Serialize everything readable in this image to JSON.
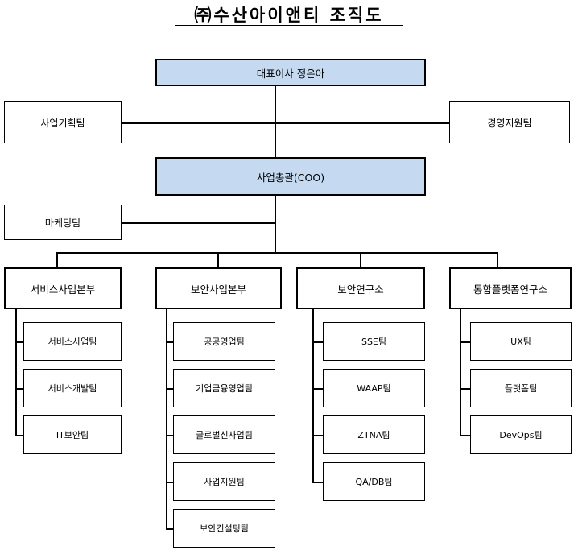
{
  "title": "㈜수산아이앤티 조직도",
  "ceo": "대표이사 정은아",
  "planning": "사업기획팀",
  "management_support": "경영지원팀",
  "coo": "사업총괄(COO)",
  "marketing": "마케팅팀",
  "divisions": [
    {
      "name": "서비스사업본부",
      "teams": [
        "서비스사업팀",
        "서비스개발팀",
        "IT보안팀"
      ]
    },
    {
      "name": "보안사업본부",
      "teams": [
        "공공영업팀",
        "기업금융영업팀",
        "글로벌신사업팀",
        "사업지원팀",
        "보안컨설팅팀"
      ]
    },
    {
      "name": "보안연구소",
      "teams": [
        "SSE팀",
        "WAAP팀",
        "ZTNA팀",
        "QA/DB팀"
      ]
    },
    {
      "name": "통합플랫폼연구소",
      "teams": [
        "UX팀",
        "플랫폼팀",
        "DevOps팀"
      ]
    }
  ]
}
